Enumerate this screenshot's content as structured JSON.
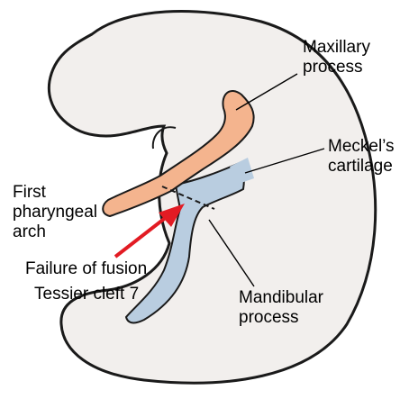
{
  "labels": {
    "maxillary": [
      "Maxillary",
      "process"
    ],
    "meckel": [
      "Meckel’s",
      "cartilage"
    ],
    "first_arch": [
      "First",
      "pharyngeal",
      "arch"
    ],
    "failure": "Failure of fusion",
    "tessier": "Tessier cleft 7",
    "mandibular": [
      "Mandibular",
      "process"
    ]
  },
  "colors": {
    "embryo_fill": "#f2efed",
    "outline": "#1a1a1a",
    "maxillary_fill": "#f4b48e",
    "mandibular_fill": "#b9cde0",
    "arrow": "#e21b23",
    "leader": "#000000"
  }
}
